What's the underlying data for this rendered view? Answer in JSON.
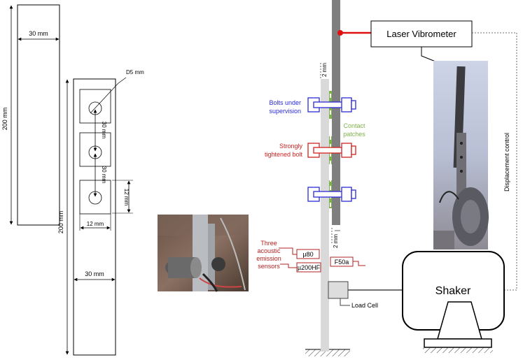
{
  "left_drawing": {
    "width_top": "30 mm",
    "height_left": "200 mm",
    "height_lower": "200 mm",
    "hole": "D5 mm",
    "spacing_1": "30 mm",
    "spacing_2": "30 mm",
    "side_12": "12 mm",
    "bottom_12": "12 mm",
    "width_bottom": "30 mm"
  },
  "setup": {
    "laser": "Laser Vibrometer",
    "gap_top": "2 mm",
    "gap_bottom": "2 mm",
    "bolts_supervision": "Bolts under\nsupervision",
    "contact_patches": "Contact\npatches",
    "strongly_tightened": "Strongly\ntightened bolt",
    "ae_sensors": "Three\nacoustic\nemission\nsensors",
    "sensor_u80": "µ80",
    "sensor_u200hf": "µ200HF",
    "sensor_f50a": "F50a",
    "load_cell": "Load Cell",
    "shaker": "Shaker",
    "displacement": "Displacement control"
  },
  "colors": {
    "blue": "#2a2ad6",
    "red": "#d42020",
    "green": "#7fb24a",
    "dark_red": "#b02020"
  }
}
